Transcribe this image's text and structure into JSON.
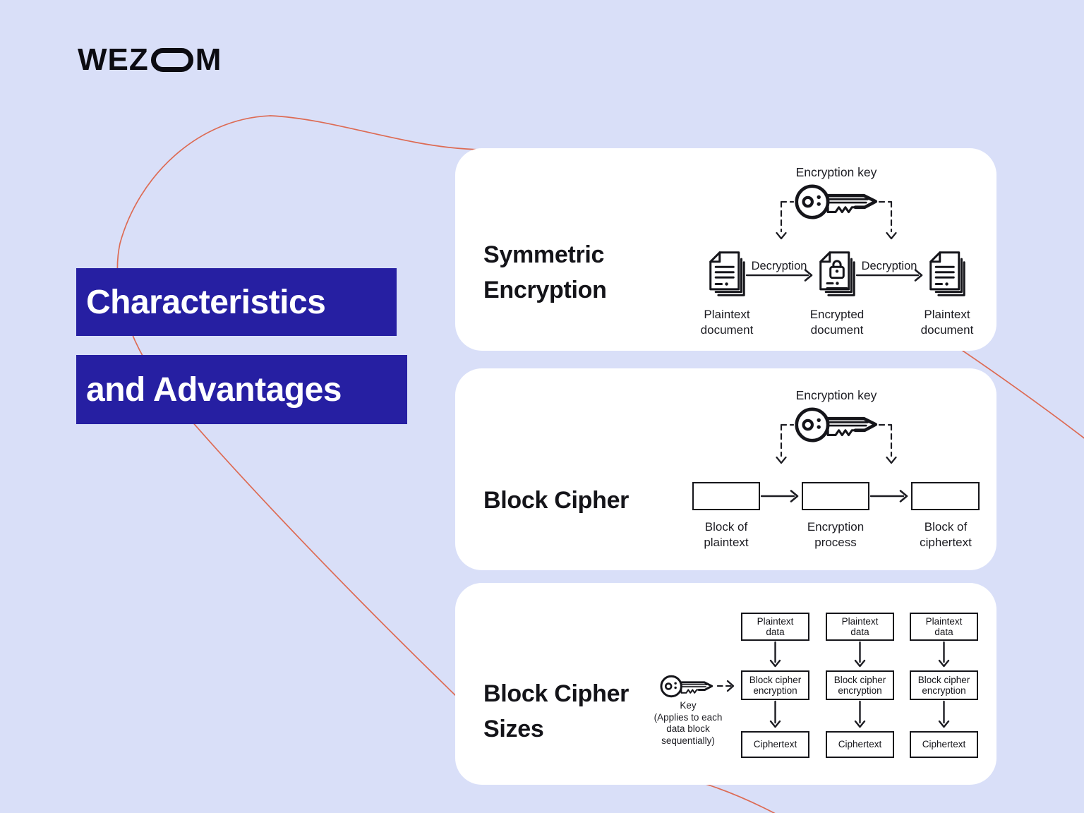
{
  "page": {
    "background": "#d9dff8",
    "card_background": "#ffffff",
    "ink": "#15151a",
    "accent_curve_color": "#dd6b54",
    "headline_background": "#261fa2",
    "headline_text_color": "#ffffff"
  },
  "logo": {
    "text": "WEZOM",
    "part1": "WEZ",
    "part2": "M"
  },
  "title": {
    "line1": "Characteristics",
    "line2": "and Advantages"
  },
  "cards": [
    {
      "title": "Symmetric\nEncryption",
      "key_label": "Encryption key",
      "steps": [
        "Plaintext\ndocument",
        "Encrypted\ndocument",
        "Plaintext\ndocument"
      ],
      "arrow_labels": [
        "Decryption",
        "Decryption"
      ]
    },
    {
      "title": "Block Cipher",
      "key_label": "Encryption key",
      "steps": [
        "Block of\nplaintext",
        "Encryption\nprocess",
        "Block of\nciphertext"
      ]
    },
    {
      "title": "Block Cipher\nSizes",
      "key_caption": "Key\n(Applies to each\ndata block\nsequentially)",
      "columns": [
        {
          "top": "Plaintext\ndata",
          "mid": "Block cipher\nencryption",
          "bottom": "Ciphertext"
        },
        {
          "top": "Plaintext\ndata",
          "mid": "Block cipher\nencryption",
          "bottom": "Ciphertext"
        },
        {
          "top": "Plaintext\ndata",
          "mid": "Block cipher\nencryption",
          "bottom": "Ciphertext"
        }
      ]
    }
  ]
}
